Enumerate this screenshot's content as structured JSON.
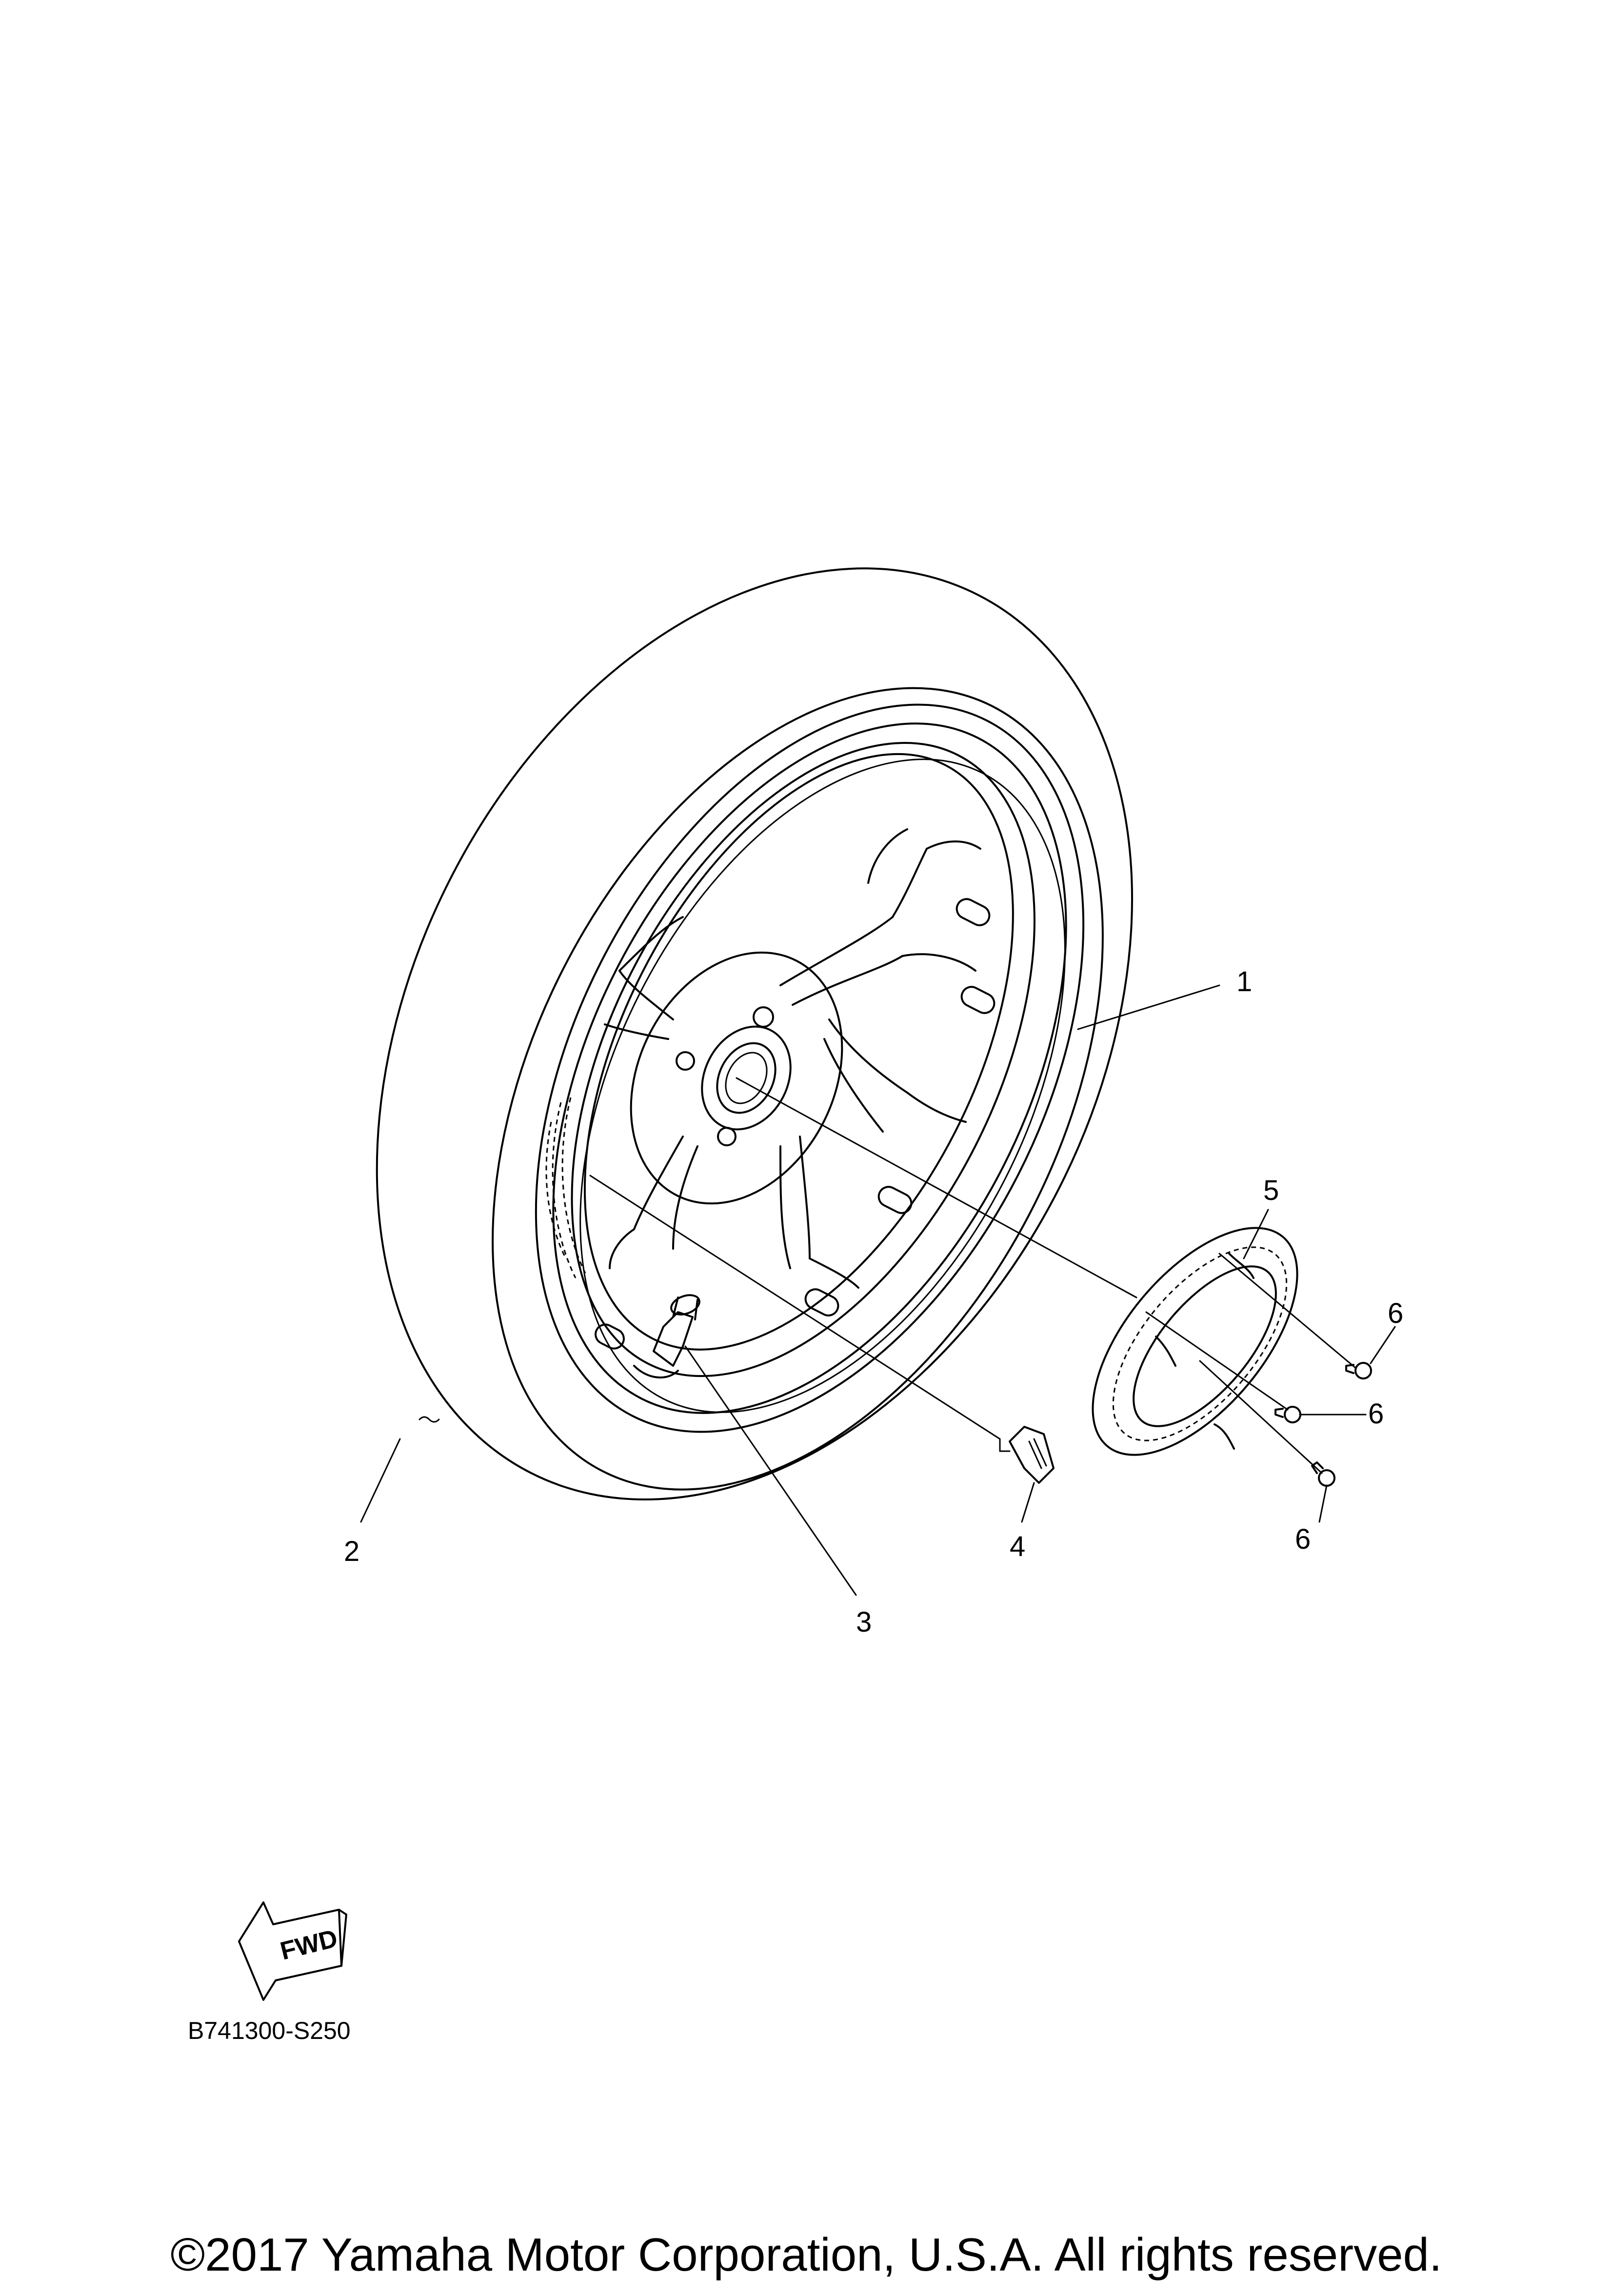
{
  "callouts": [
    "1",
    "2",
    "3",
    "4",
    "5",
    "6",
    "6",
    "6"
  ],
  "fwd_label": "FWD",
  "diagram_code": "B741300-S250",
  "copyright": "©2017 Yamaha Motor Corporation, U.S.A. All rights reserved."
}
